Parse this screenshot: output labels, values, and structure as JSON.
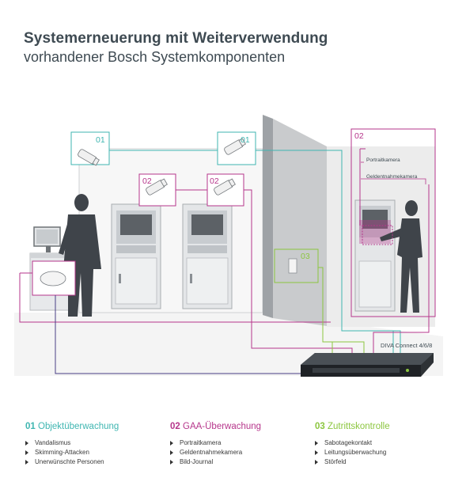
{
  "title": "Systemerneuerung mit Weiterverwendung",
  "subtitle": "vorhandener Bosch Systemkomponenten",
  "colors": {
    "objekt": "#3fb6b1",
    "gaa": "#b6368b",
    "zutritt": "#8cc63f",
    "wall": "#c9cbcd",
    "floor": "#f1f1f1",
    "text": "#3e4a52",
    "cable_dark": "#4a3f86"
  },
  "diagram": {
    "cam_label_01": "01",
    "cam_label_02": "02",
    "zone_label_02": "02",
    "zone_label_03": "03",
    "portrait_label": "Portraitkamera",
    "money_label": "Geldentnahmekamera",
    "recorder_label": "DIVA Connect 4/6/8"
  },
  "legend": [
    {
      "number": "01",
      "heading": "Objektüberwachung",
      "color": "#3fb6b1",
      "items": [
        "Vandalismus",
        "Skimming-Attacken",
        "Unerwünschte Personen"
      ]
    },
    {
      "number": "02",
      "heading": "GAA-Überwachung",
      "color": "#b6368b",
      "items": [
        "Portraitkamera",
        "Geldentnahmekamera",
        "Bild-Journal"
      ]
    },
    {
      "number": "03",
      "heading": "Zutrittskontrolle",
      "color": "#8cc63f",
      "items": [
        "Sabotagekontakt",
        "Leitungsüberwachung",
        "Störfeld"
      ]
    }
  ]
}
